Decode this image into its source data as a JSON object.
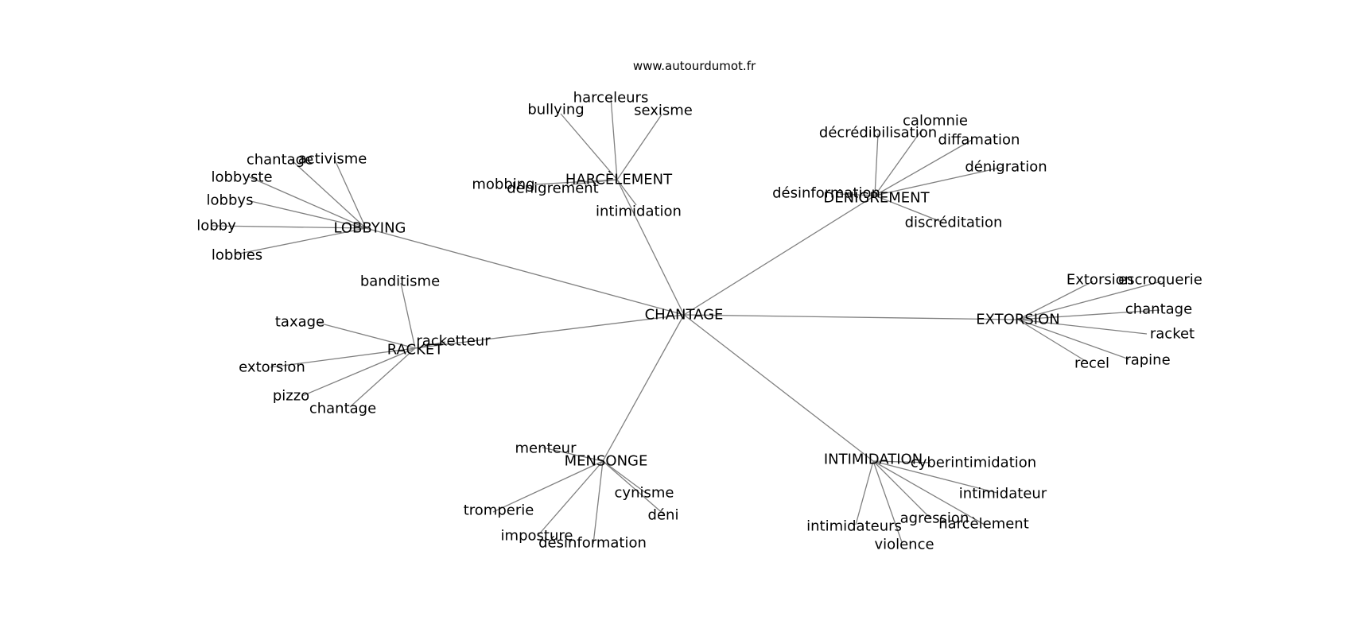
{
  "source": "www.autourdumot.fr",
  "center": "CHANTAGE",
  "clusters": [
    {
      "label": "LOBBYING",
      "words": [
        "chantage",
        "activisme",
        "lobbyste",
        "lobbys",
        "lobby",
        "lobbies"
      ]
    },
    {
      "label": "HARCÈLEMENT",
      "words": [
        "harceleurs",
        "bullying",
        "sexisme",
        "mobbing",
        "dénigrement",
        "intimidation"
      ]
    },
    {
      "label": "DÉNIGREMENT",
      "words": [
        "calomnie",
        "décrédibilisation",
        "diffamation",
        "dénigration",
        "désinformation",
        "discréditation"
      ]
    },
    {
      "label": "EXTORSION",
      "words": [
        "Extorsion",
        "escroquerie",
        "chantage",
        "racket",
        "rapine",
        "recel"
      ]
    },
    {
      "label": "INTIMIDATION",
      "words": [
        "cyberintimidation",
        "intimidateur",
        "harcèlement",
        "agression",
        "intimidateurs",
        "violence"
      ]
    },
    {
      "label": "MENSONGE",
      "words": [
        "menteur",
        "cynisme",
        "déni",
        "tromperie",
        "imposture",
        "désinformation"
      ]
    },
    {
      "label": "RACKET",
      "words": [
        "banditisme",
        "racketteur",
        "taxage",
        "extorsion",
        "pizzo",
        "chantage"
      ]
    }
  ]
}
